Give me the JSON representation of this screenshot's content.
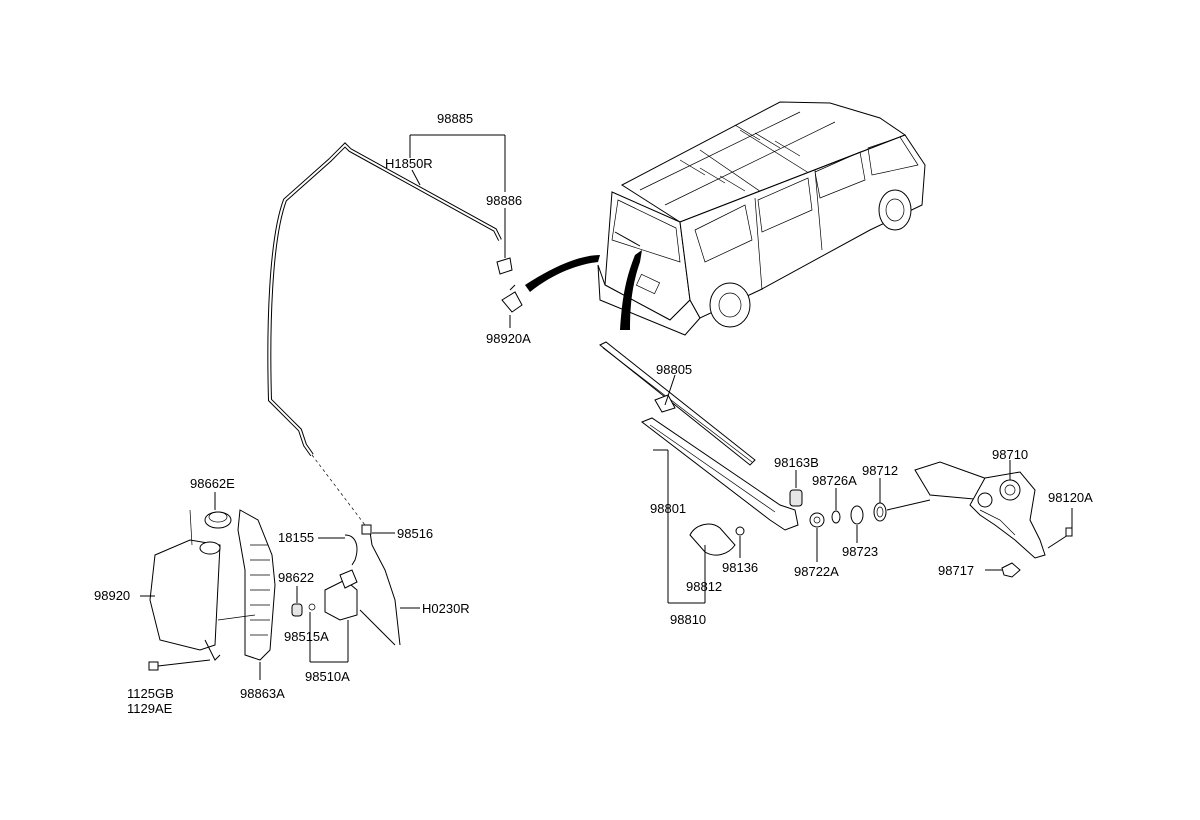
{
  "diagram": {
    "background": "#ffffff",
    "line_color": "#000000",
    "labels": {
      "p98885": "98885",
      "pH1850R": "H1850R",
      "p98886": "98886",
      "p98920A": "98920A",
      "p98805": "98805",
      "p98163B": "98163B",
      "p98710": "98710",
      "p98712": "98712",
      "p98726A": "98726A",
      "p98801": "98801",
      "p98120A": "98120A",
      "p98662E": "98662E",
      "p18155": "18155",
      "p98516": "98516",
      "p98136": "98136",
      "p98722A": "98722A",
      "p98723": "98723",
      "p98717": "98717",
      "p98622": "98622",
      "p98812": "98812",
      "p98920": "98920",
      "p98515A": "98515A",
      "pH0230R": "H0230R",
      "p98810": "98810",
      "p98510A": "98510A",
      "p1125GB": "1125GB",
      "p1129AE": "1129AE",
      "p98863A": "98863A"
    }
  }
}
